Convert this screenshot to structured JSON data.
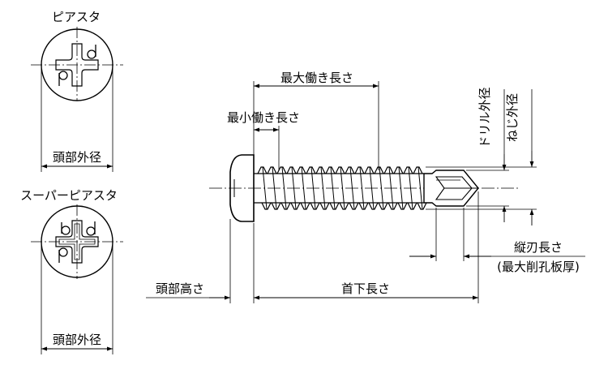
{
  "diagram": {
    "line_color": "#000000",
    "background": "#ffffff",
    "top_head": {
      "title": "ピアスタ",
      "diameter_label": "頭部外径"
    },
    "bottom_head": {
      "title": "スーパーピアスタ",
      "diameter_label": "頭部外径"
    },
    "side_view": {
      "max_working_length": "最大働き長さ",
      "min_working_length": "最小働き長さ",
      "drill_diameter": "ドリル外径",
      "thread_diameter": "ねじ外径",
      "flute_length": "縦刃長さ",
      "max_drill_thickness": "(最大削孔板厚)",
      "head_height": "頭部高さ",
      "under_head_length": "首下長さ"
    }
  }
}
